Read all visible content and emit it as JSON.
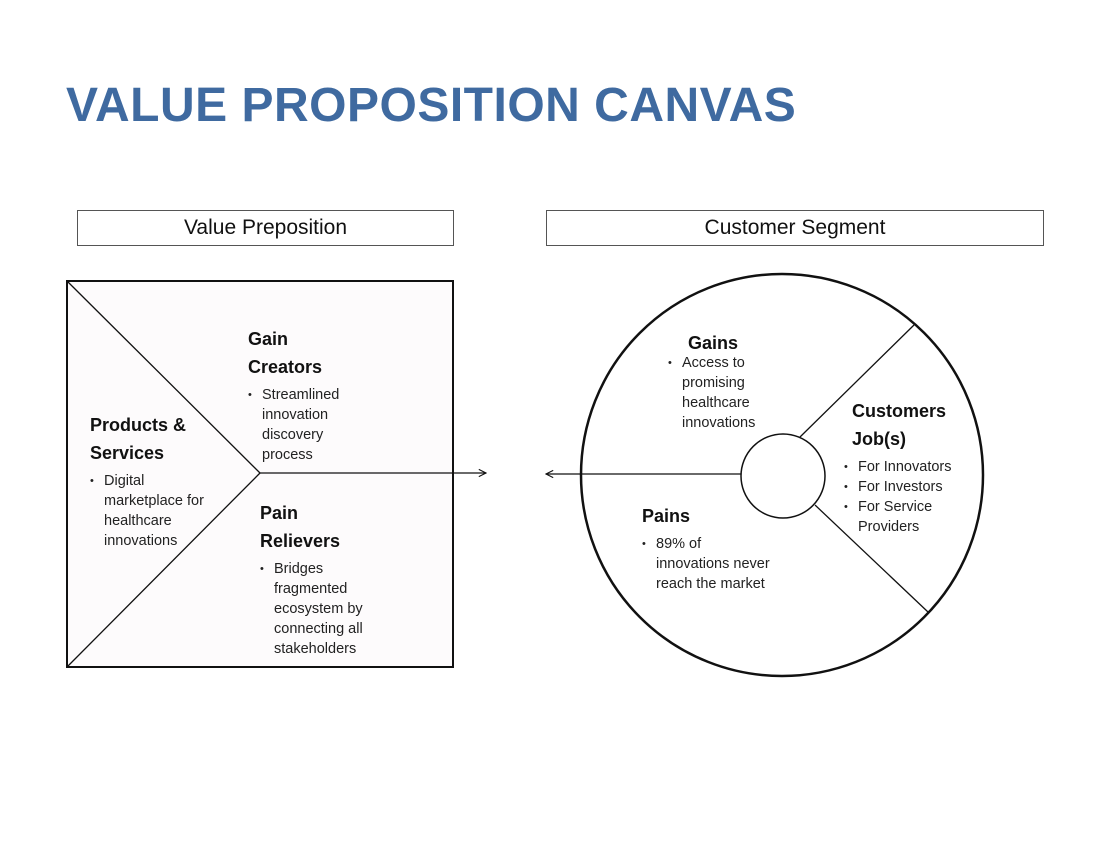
{
  "title": "VALUE PROPOSITION CANVAS",
  "value_proposition": {
    "label": "Value Preposition",
    "products_services": {
      "heading_line1": "Products &",
      "heading_line2": "Services",
      "items": [
        "Digital marketplace for healthcare innovations"
      ]
    },
    "gain_creators": {
      "heading_line1": "Gain",
      "heading_line2": "Creators",
      "items": [
        "Streamlined innovation discovery process"
      ]
    },
    "pain_relievers": {
      "heading_line1": "Pain",
      "heading_line2": "Relievers",
      "items": [
        "Bridges fragmented ecosystem by connecting all stakeholders"
      ]
    }
  },
  "customer_segment": {
    "label": "Customer Segment",
    "gains": {
      "heading": "Gains",
      "items": [
        "Access to promising healthcare innovations"
      ]
    },
    "customer_jobs": {
      "heading_line1": "Customers",
      "heading_line2": "Job(s)",
      "items": [
        "For Innovators",
        "For Investors",
        "For Service Providers"
      ]
    },
    "pains": {
      "heading": "Pains",
      "items": [
        "89% of innovations never reach the market"
      ]
    }
  },
  "colors": {
    "title": "#3f6aa0",
    "square_fill": "#fdfbfc",
    "stroke": "#111111"
  }
}
